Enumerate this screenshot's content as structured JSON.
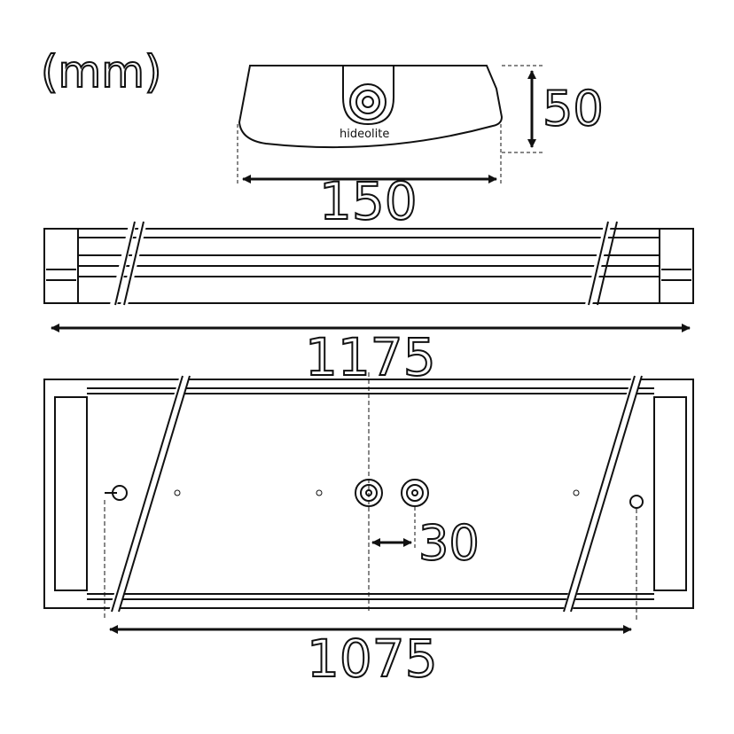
{
  "diagram": {
    "unit_label": "(mm)",
    "brand_label": "hideolite",
    "colors": {
      "line": "#111111",
      "background": "#ffffff"
    },
    "dimensions": {
      "end_width": "150",
      "end_height": "50",
      "total_length": "1175",
      "mount_spacing": "1075",
      "lens_spacing": "30"
    },
    "views": [
      "end-view",
      "side-view",
      "bottom-view"
    ]
  }
}
